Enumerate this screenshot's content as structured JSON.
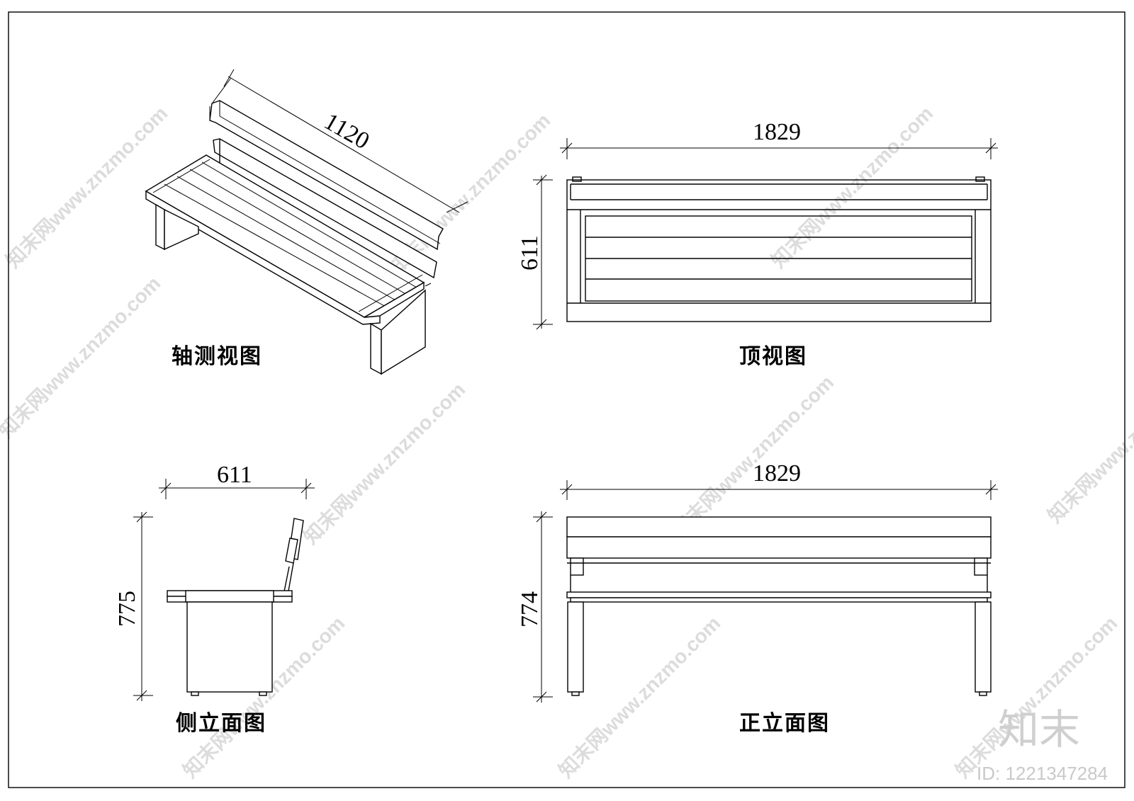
{
  "views": {
    "axonometric": {
      "caption": "轴测视图",
      "dim_length": "1120"
    },
    "top": {
      "caption": "顶视图",
      "dim_width": "1829",
      "dim_depth": "611"
    },
    "side": {
      "caption": "侧立面图",
      "dim_width": "611",
      "dim_height": "775"
    },
    "front": {
      "caption": "正立面图",
      "dim_width": "1829",
      "dim_height": "774"
    }
  },
  "watermark": {
    "text": "知末网www.znzmo.com",
    "brand": "知末",
    "id": "ID: 1221347284"
  }
}
